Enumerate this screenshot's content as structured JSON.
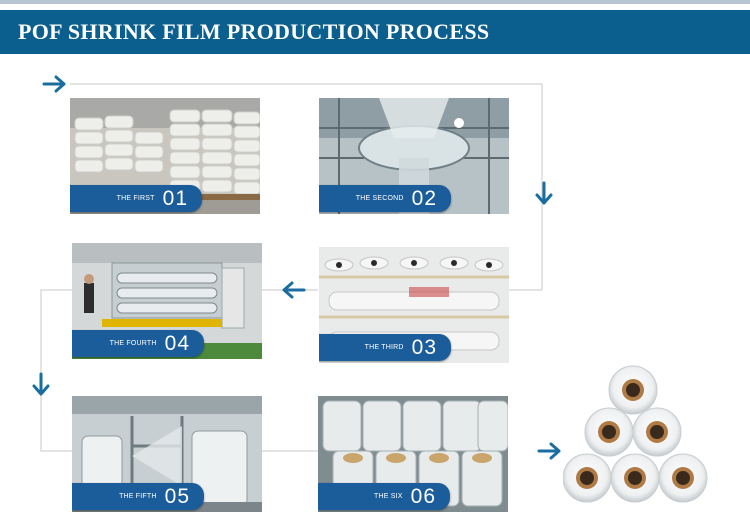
{
  "header": {
    "title": "POF SHRINK FILM PRODUCTION PROCESS"
  },
  "steps": [
    {
      "label": "THE FIRST",
      "number": "01",
      "scene": "raw-material-bags"
    },
    {
      "label": "THE SECOND",
      "number": "02",
      "scene": "film-blowing-tower"
    },
    {
      "label": "THE THIRD",
      "number": "03",
      "scene": "film-rolls-on-rack"
    },
    {
      "label": "THE FOURTH",
      "number": "04",
      "scene": "slitting-machine"
    },
    {
      "label": "THE FIFTH",
      "number": "05",
      "scene": "winding-machine"
    },
    {
      "label": "THE SIX",
      "number": "06",
      "scene": "finished-rolls-stacked"
    }
  ],
  "colors": {
    "banner": "#0b5f8f",
    "tag": "#1b5d9a",
    "arrow": "#1a6e9f",
    "line": "#c8c8c8"
  },
  "icons": [
    "arrow-right-icon",
    "arrow-down-icon",
    "arrow-left-icon"
  ]
}
